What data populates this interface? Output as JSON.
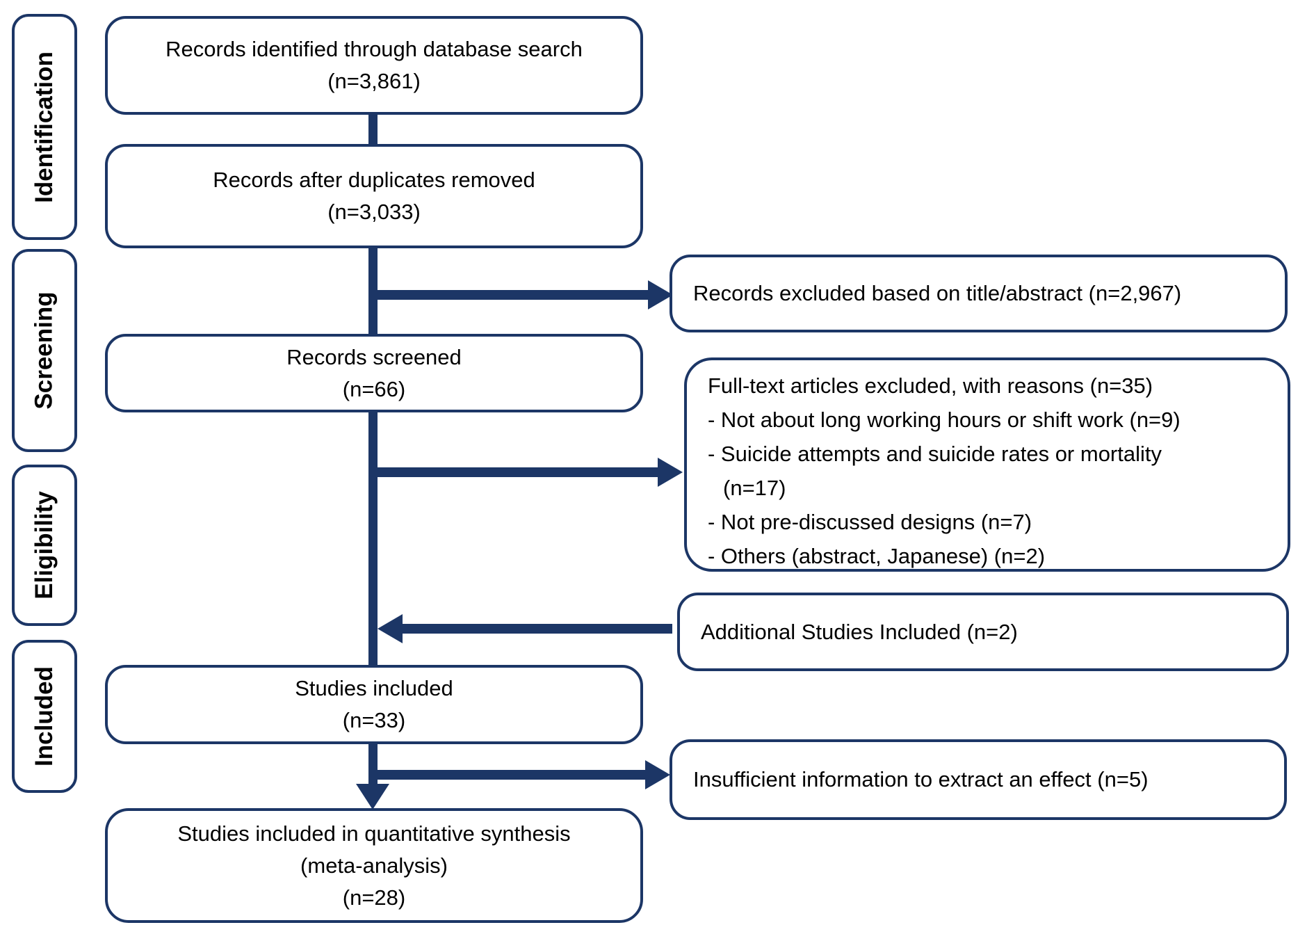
{
  "colors": {
    "line": "#1c3666",
    "text": "#000000",
    "background": "#ffffff"
  },
  "diagram": {
    "stages": [
      {
        "label": "Identification"
      },
      {
        "label": "Screening"
      },
      {
        "label": "Eligibility"
      },
      {
        "label": "Included"
      }
    ],
    "main_boxes": [
      {
        "lines": [
          "Records identified through database search",
          "(n=3,861)"
        ]
      },
      {
        "lines": [
          "Records after duplicates removed",
          "(n=3,033)"
        ]
      },
      {
        "lines": [
          "Records screened",
          "(n=66)"
        ]
      },
      {
        "lines": [
          "Studies included",
          "(n=33)"
        ]
      },
      {
        "lines": [
          "Studies included in quantitative synthesis",
          "(meta-analysis)",
          "(n=28)"
        ]
      }
    ],
    "side_boxes": [
      {
        "lines": [
          "Records excluded based on title/abstract (n=2,967)"
        ]
      },
      {
        "lines": [
          "Full-text articles excluded, with reasons (n=35)",
          "- Not about long working hours or shift work (n=9)",
          "- Suicide attempts and suicide rates or mortality",
          "(n=17)",
          "- Not pre-discussed designs (n=7)",
          "- Others (abstract, Japanese)  (n=2)"
        ]
      },
      {
        "lines": [
          "Additional Studies Included (n=2)"
        ]
      },
      {
        "lines": [
          "Insufficient information to extract an effect (n=5)"
        ]
      }
    ]
  }
}
